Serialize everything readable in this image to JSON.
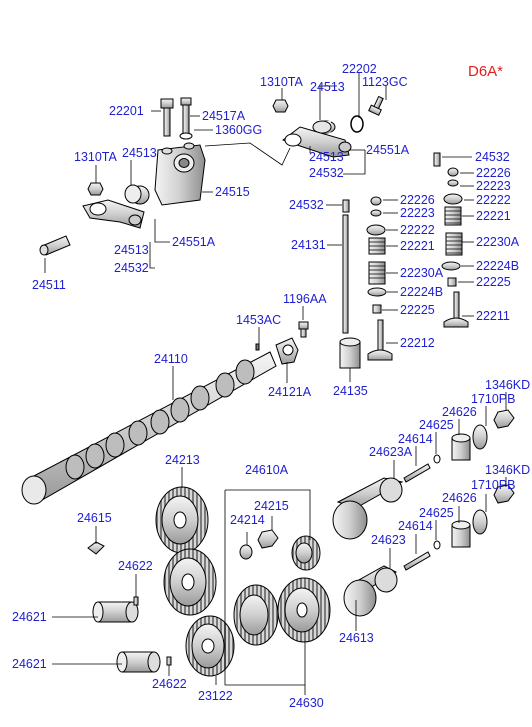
{
  "model_code": "D6A*",
  "callouts": {
    "c22202": "22202",
    "c1310ta_top": "1310TA",
    "c24513_top": "24513",
    "c1123gc": "1123GC",
    "c22201": "22201",
    "c24517a": "24517A",
    "c1360gg": "1360GG",
    "c1310ta_left": "1310TA",
    "c24513_left": "24513",
    "c24515": "24515",
    "c24513_mid": "24513",
    "c24551a_right": "24551A",
    "c24532_mid": "24532",
    "c24513_low": "24513",
    "c24551a_left": "24551A",
    "c24532_low": "24532",
    "c24511": "24511",
    "c24532_r1": "24532",
    "c22226_r1": "22226",
    "c22223_r1": "22223",
    "c22222_r1": "22222",
    "c22221_r1": "22221",
    "c22230a_r1": "22230A",
    "c22224b_r1": "22224B",
    "c22225_r1": "22225",
    "c22211": "22211",
    "c24532_pin": "24532",
    "c22226_l": "22226",
    "c22223_l": "22223",
    "c22222_l": "22222",
    "c24131": "24131",
    "c22221_l": "22221",
    "c22230a_l": "22230A",
    "c22224b_l": "22224B",
    "c22225_l": "22225",
    "c22212": "22212",
    "c24135": "24135",
    "c1196aa": "1196AA",
    "c1453ac": "1453AC",
    "c24121a": "24121A",
    "c24110": "24110",
    "c1346kd_top": "1346KD",
    "c1710pb_top": "1710PB",
    "c24626_top": "24626",
    "c24625_top": "24625",
    "c24614_top": "24614",
    "c24623a": "24623A",
    "c24213": "24213",
    "c24610a": "24610A",
    "c24215": "24215",
    "c24214": "24214",
    "c24615": "24615",
    "c1346kd_bot": "1346KD",
    "c1710pb_bot": "1710PB",
    "c24626_bot": "24626",
    "c24625_bot": "24625",
    "c24614_bot": "24614",
    "c24623": "24623",
    "c24622_top": "24622",
    "c24621_top": "24621",
    "c24613": "24613",
    "c24621_bot": "24621",
    "c24622_bot": "24622",
    "c23122": "23122",
    "c24630": "24630"
  }
}
